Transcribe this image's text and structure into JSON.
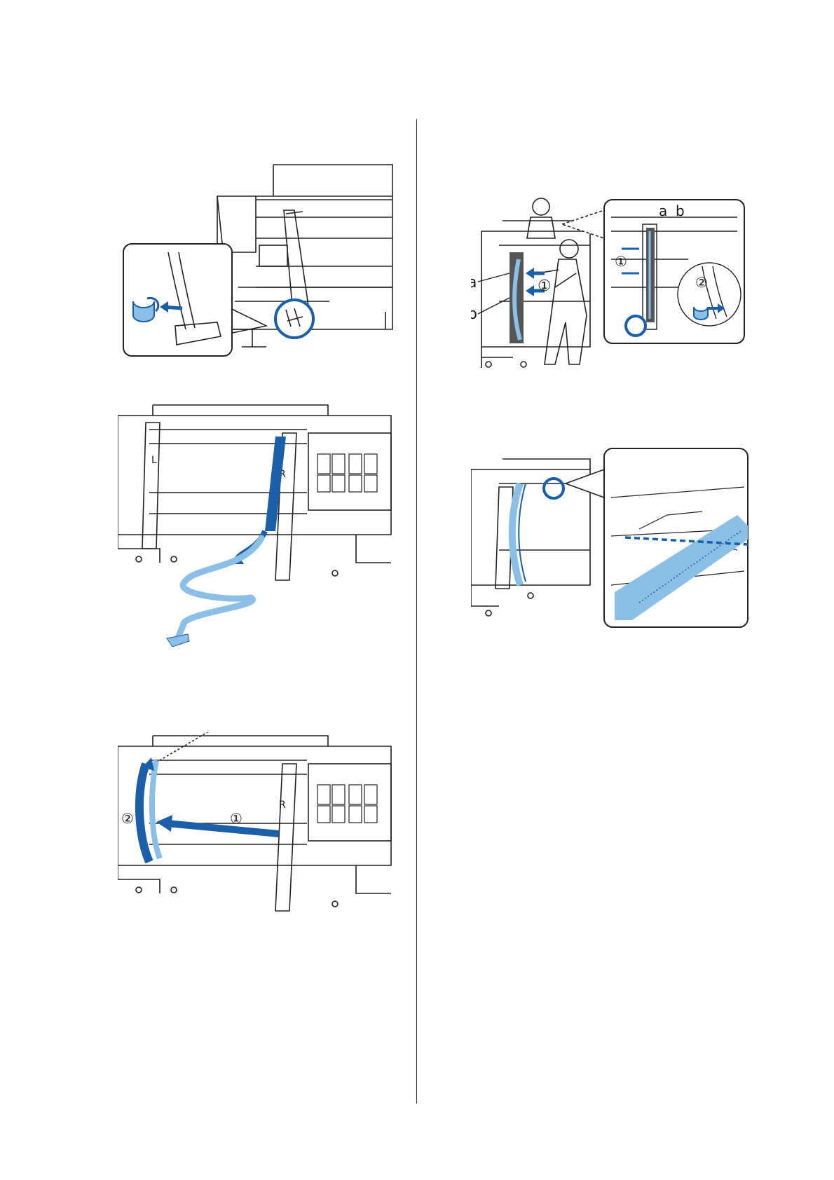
{
  "figures": {
    "fig4": {
      "callout_a": "a",
      "callout_b": "b",
      "step1": "①",
      "step2": "②",
      "inset_a": "a",
      "inset_b": "b",
      "inset_step1": "①",
      "inset_step2": "②"
    },
    "fig5": {
      "label_L": "L",
      "label_R": "R"
    },
    "fig6": {
      "label_R": "R",
      "step1": "①",
      "step2": "②"
    }
  },
  "colors": {
    "accent_blue": "#1a5fa8",
    "light_blue": "#8bbfe6",
    "strap_dark": "#555555",
    "line": "#222222"
  }
}
